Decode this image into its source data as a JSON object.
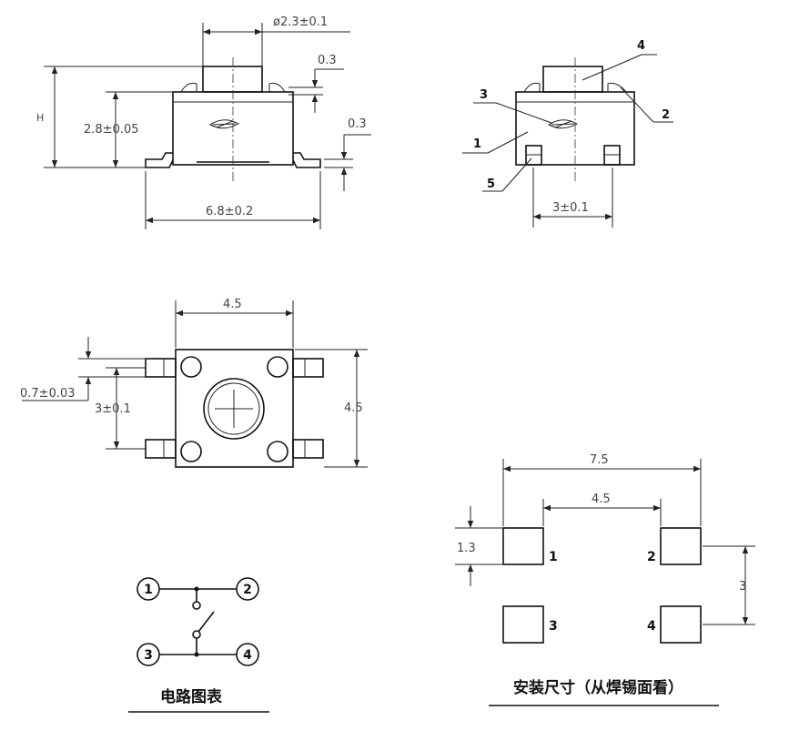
{
  "side_view": {
    "dia_label": "ø2.3±0.1",
    "top_thk": "0.3",
    "lead_thk": "0.3",
    "h_label": "H",
    "body_h": "2.8±0.05",
    "width": "6.8±0.2"
  },
  "front_view": {
    "callouts": [
      "1",
      "2",
      "3",
      "4",
      "5"
    ],
    "pitch": "3±0.1"
  },
  "top_view": {
    "width": "4.5",
    "height": "4.5",
    "lead_w": "0.7±0.03",
    "pitch": "3±0.1"
  },
  "circuit": {
    "pins": [
      "1",
      "2",
      "3",
      "4"
    ],
    "caption": "电路图表"
  },
  "footprint": {
    "outer": "7.5",
    "inner": "4.5",
    "pad_h": "1.3",
    "pitch": "3",
    "pins": [
      "1",
      "2",
      "3",
      "4"
    ],
    "caption": "安装尺寸（从焊锡面看）"
  }
}
